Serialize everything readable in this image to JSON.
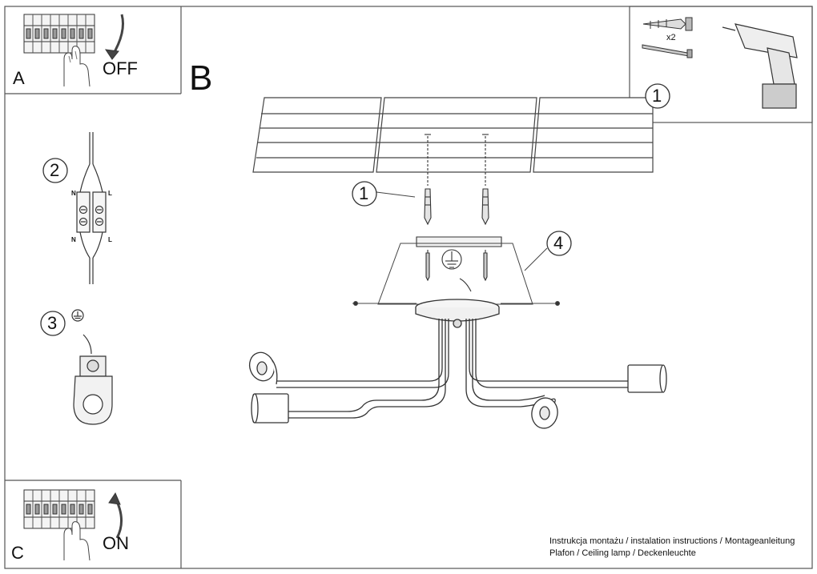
{
  "panels": {
    "a": {
      "letter": "A",
      "action": "OFF"
    },
    "b": {
      "letter": "B"
    },
    "c": {
      "letter": "C",
      "action": "ON"
    }
  },
  "steps": {
    "s1": "1",
    "s2": "2",
    "s3": "3",
    "s4": "4",
    "tools_step": "1",
    "anchor_qty": "x2"
  },
  "terminal": {
    "n_top": "N",
    "l_top": "L",
    "n_bottom": "N",
    "l_bottom": "L"
  },
  "footer": {
    "line1": "Instrukcja montażu / instalation instructions / Montageanleitung",
    "line2": "Plafon / Ceiling lamp / Deckenleuchte"
  }
}
